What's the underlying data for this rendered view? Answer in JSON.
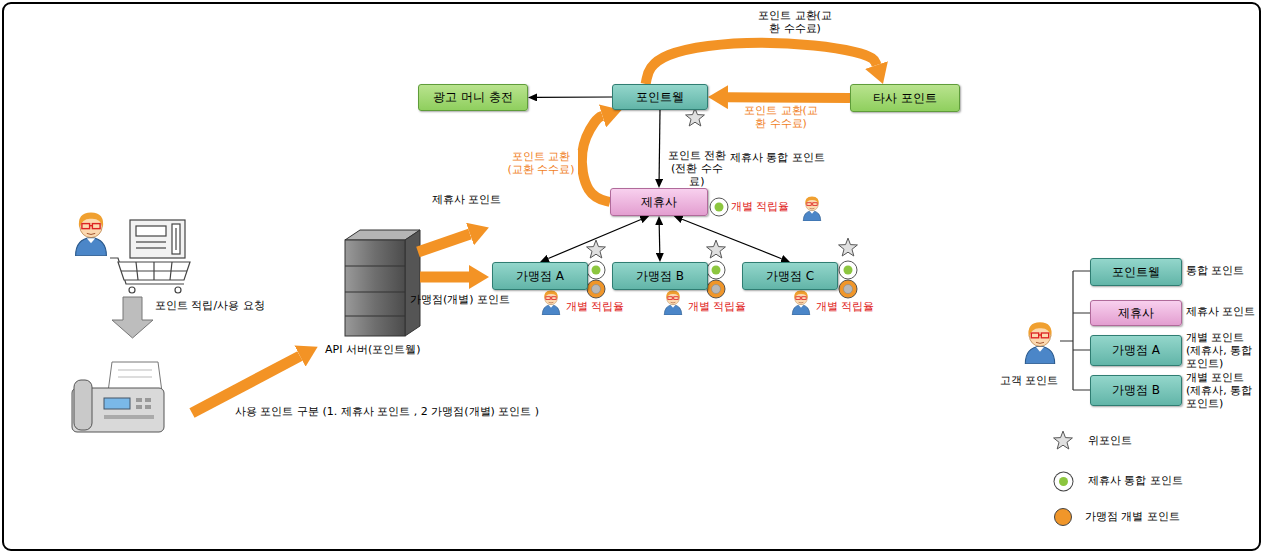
{
  "diagram": {
    "nodes": [
      {
        "text": [
          "광고 머니 충전"
        ]
      },
      {
        "text": [
          "포인트웰"
        ]
      },
      {
        "text": [
          "타사 포인트"
        ]
      },
      {
        "text": [
          "제휴사"
        ]
      },
      {
        "text": [
          "가맹점 A"
        ]
      },
      {
        "text": [
          "가맹점 B"
        ]
      },
      {
        "text": [
          "가맹점 C"
        ]
      },
      {
        "text": [
          "포인트웰"
        ]
      },
      {
        "text": [
          "제휴사"
        ]
      },
      {
        "text": [
          "가맹점 A"
        ]
      },
      {
        "text": [
          "가맹점 B"
        ]
      }
    ],
    "edges": [
      {
        "from": 1,
        "to": 0,
        "arrow": "to"
      },
      {
        "from": 2,
        "to": 1,
        "arrow": "to",
        "label": "포인트 교환(교환 수수료)"
      },
      {
        "from": 1,
        "to": 2,
        "arrow": "to",
        "label": "포인트 교환(교환 수수료)"
      },
      {
        "from": 1,
        "to": 3,
        "arrow": "to",
        "label": "포인트 전환(전환 수수료)"
      },
      {
        "from": 3,
        "to": 1,
        "arrow": "to",
        "label": "포인트 교환(교환 수수료)"
      },
      {
        "from": 3,
        "to": 4,
        "arrow": "both"
      },
      {
        "from": 3,
        "to": 5,
        "arrow": "both"
      },
      {
        "from": 3,
        "to": 6,
        "arrow": "both"
      }
    ],
    "labels": [
      "포인트 적립/사용 요청",
      "API 서버(포인트웰)",
      "사용 포인트 구분 (1. 제휴사 포인트 , 2 가맹점(개별) 포인트 )",
      "제휴사 포인트",
      "가맹점(개별) 포인트",
      "제휴사 통합 포인트",
      "개별 적립율",
      "개별 적립율",
      "개별 적립율",
      "개별 적립율",
      "통합 포인트",
      "제휴사 포인트",
      "개별 포인트(제휴사, 통합포인트)",
      "개별 포인트(제휴사, 통합포인트)",
      "고객 포인트"
    ],
    "legend": [
      {
        "text": "위포인트"
      },
      {
        "text": "제휴사 통합 포인트",
        "color": "#8cc63f"
      },
      {
        "text": "가맹점 개별 포인트",
        "color": "#f0962a"
      }
    ]
  }
}
